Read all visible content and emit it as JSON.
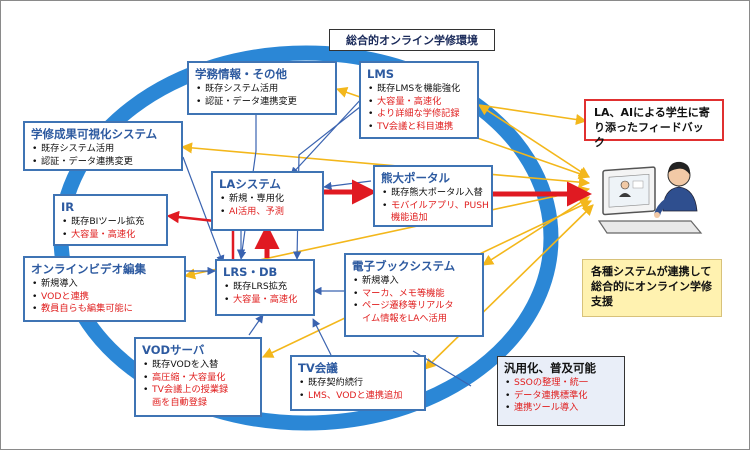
{
  "title": "総合的オンライン学修環境",
  "boxes": {
    "gakumu": {
      "title": "学務情報・その他",
      "items": [
        {
          "text": "既存システム活用",
          "color": "black"
        },
        {
          "text": "認証・データ連携変更",
          "color": "black"
        }
      ]
    },
    "lms": {
      "title": "LMS",
      "items": [
        {
          "text": "既存LMSを機能強化",
          "color": "black"
        },
        {
          "text": "大容量・高速化",
          "color": "red"
        },
        {
          "text": "より詳細な学修記録",
          "color": "red"
        },
        {
          "text": "TV会議と科目連携",
          "color": "red"
        }
      ]
    },
    "seika": {
      "title": "学修成果可視化システム",
      "items": [
        {
          "text": "既存システム活用",
          "color": "black"
        },
        {
          "text": "認証・データ連携変更",
          "color": "black"
        }
      ]
    },
    "la": {
      "title": "LAシステム",
      "items": [
        {
          "text": "新規・専用化",
          "color": "black"
        },
        {
          "text": "AI活用、予測",
          "color": "red"
        }
      ]
    },
    "portal": {
      "title": "熊大ポータル",
      "items": [
        {
          "text": "既存熊大ポータル入替",
          "color": "black"
        },
        {
          "text": "モバイルアプリ、PUSH",
          "color": "red"
        },
        {
          "text": "機能追加",
          "color": "red",
          "cont": true
        }
      ]
    },
    "ir": {
      "title": "IR",
      "items": [
        {
          "text": "既存BIツール拡充",
          "color": "black"
        },
        {
          "text": "大容量・高速化",
          "color": "red"
        }
      ]
    },
    "video": {
      "title": "オンラインビデオ編集",
      "items": [
        {
          "text": "新規導入",
          "color": "black"
        },
        {
          "text": "VODと連携",
          "color": "red"
        },
        {
          "text": "教員自らも編集可能に",
          "color": "red"
        }
      ]
    },
    "lrs": {
      "title": "LRS・DB",
      "items": [
        {
          "text": "既存LRS拡充",
          "color": "black"
        },
        {
          "text": "大容量・高速化",
          "color": "red"
        }
      ]
    },
    "ebook": {
      "title": "電子ブックシステム",
      "items": [
        {
          "text": "新規導入",
          "color": "black"
        },
        {
          "text": "マーカ、メモ等機能",
          "color": "red"
        },
        {
          "text": "ページ遷移等リアルタ",
          "color": "red"
        },
        {
          "text": "イム情報をLAへ活用",
          "color": "red",
          "cont": true
        }
      ]
    },
    "vod": {
      "title": "VODサーバ",
      "items": [
        {
          "text": "既存VODを入替",
          "color": "black"
        },
        {
          "text": "高圧縮・大容量化",
          "color": "red"
        },
        {
          "text": "TV会議上の授業録",
          "color": "red"
        },
        {
          "text": "画を自動登録",
          "color": "red",
          "cont": true
        }
      ]
    },
    "tv": {
      "title": "TV会議",
      "items": [
        {
          "text": "既存契約続行",
          "color": "black"
        },
        {
          "text": "LMS、VODと連携追加",
          "color": "red"
        }
      ]
    },
    "general": {
      "title": "汎用化、普及可能",
      "items": [
        {
          "text": "SSOの整理・統一",
          "color": "red"
        },
        {
          "text": "データ連携標準化",
          "color": "red"
        },
        {
          "text": "連携ツール導入",
          "color": "red"
        }
      ]
    }
  },
  "notes": {
    "feedback": "LA、AIによる学生に寄り添ったフィードバック",
    "integration": "各種システムが連携して総合的にオンライン学修支援"
  },
  "colors": {
    "ring": "#2b87d6",
    "box_border": "#3f74b4",
    "box_title": "#2d5aa0",
    "red_text": "#e02020",
    "arrow_blue": "#3a63b0",
    "arrow_yellow": "#f3b71b",
    "arrow_red": "#e01a22",
    "yellow_note": "#fff2b0",
    "general_bg": "#e9eef8"
  }
}
